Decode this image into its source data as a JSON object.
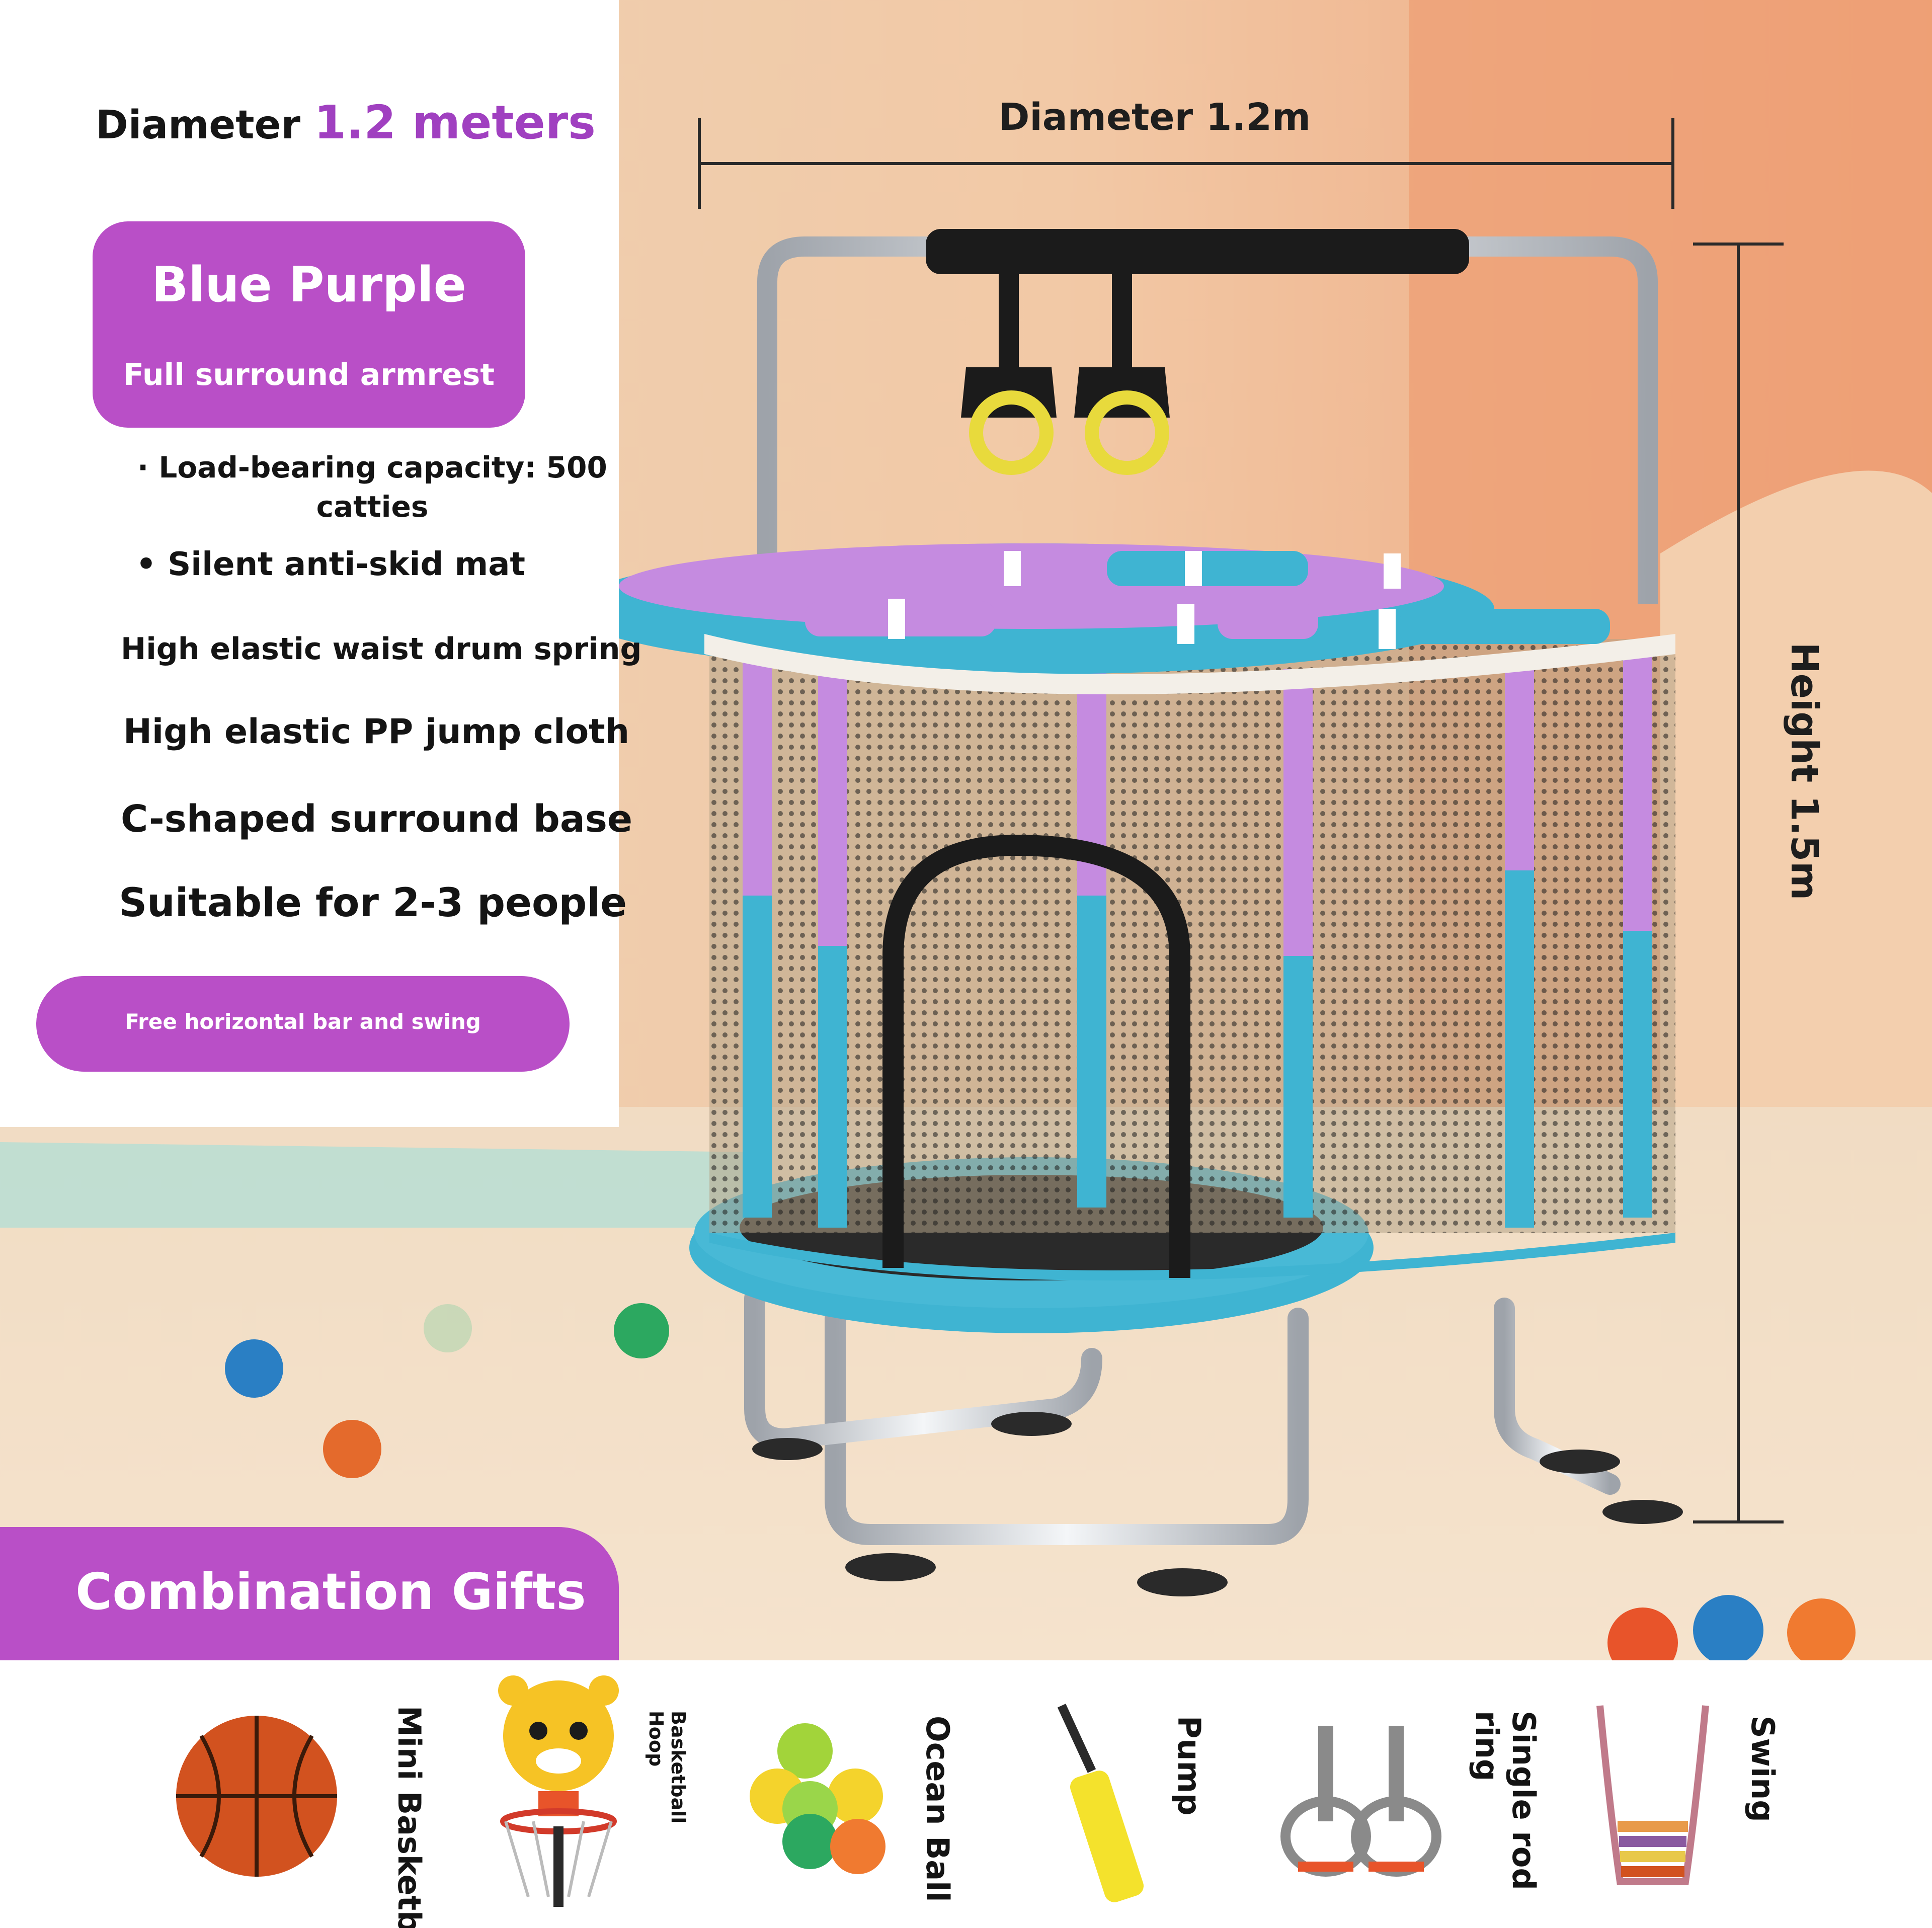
{
  "panel": {
    "diameter_prefix": "Diameter",
    "diameter_value": "1.2 meters",
    "variant_title": "Blue Purple",
    "variant_subtitle": "Full surround armrest",
    "bullets": [
      "· Load-bearing capacity: 500 catties",
      "• Silent anti-skid mat"
    ],
    "specs": [
      "High elastic waist drum spring",
      "High elastic PP jump cloth",
      "C-shaped surround base",
      "Suitable for 2-3 people"
    ],
    "gift_note": "Free horizontal bar and swing"
  },
  "dimensions": {
    "diameter": "Diameter 1.2m",
    "height": "Height 1.5m"
  },
  "combo": {
    "title": "Combination Gifts",
    "gifts": [
      {
        "label": "Mini Basketball",
        "icon": "basketball-icon"
      },
      {
        "label": "Basketball Hoop",
        "icon": "tiger-hoop-icon"
      },
      {
        "label": "Ocean Ball",
        "icon": "ocean-balls-icon"
      },
      {
        "label": "Pump",
        "icon": "pump-icon"
      },
      {
        "label": "Single rod ring",
        "icon": "rings-icon"
      },
      {
        "label": "Swing",
        "icon": "swing-icon"
      }
    ]
  },
  "colors": {
    "accent_purple": "#b94fc7",
    "frame_blue": "#3fb4d2",
    "frame_purple": "#c58be0",
    "wall_peach": "#f0c8a8"
  }
}
